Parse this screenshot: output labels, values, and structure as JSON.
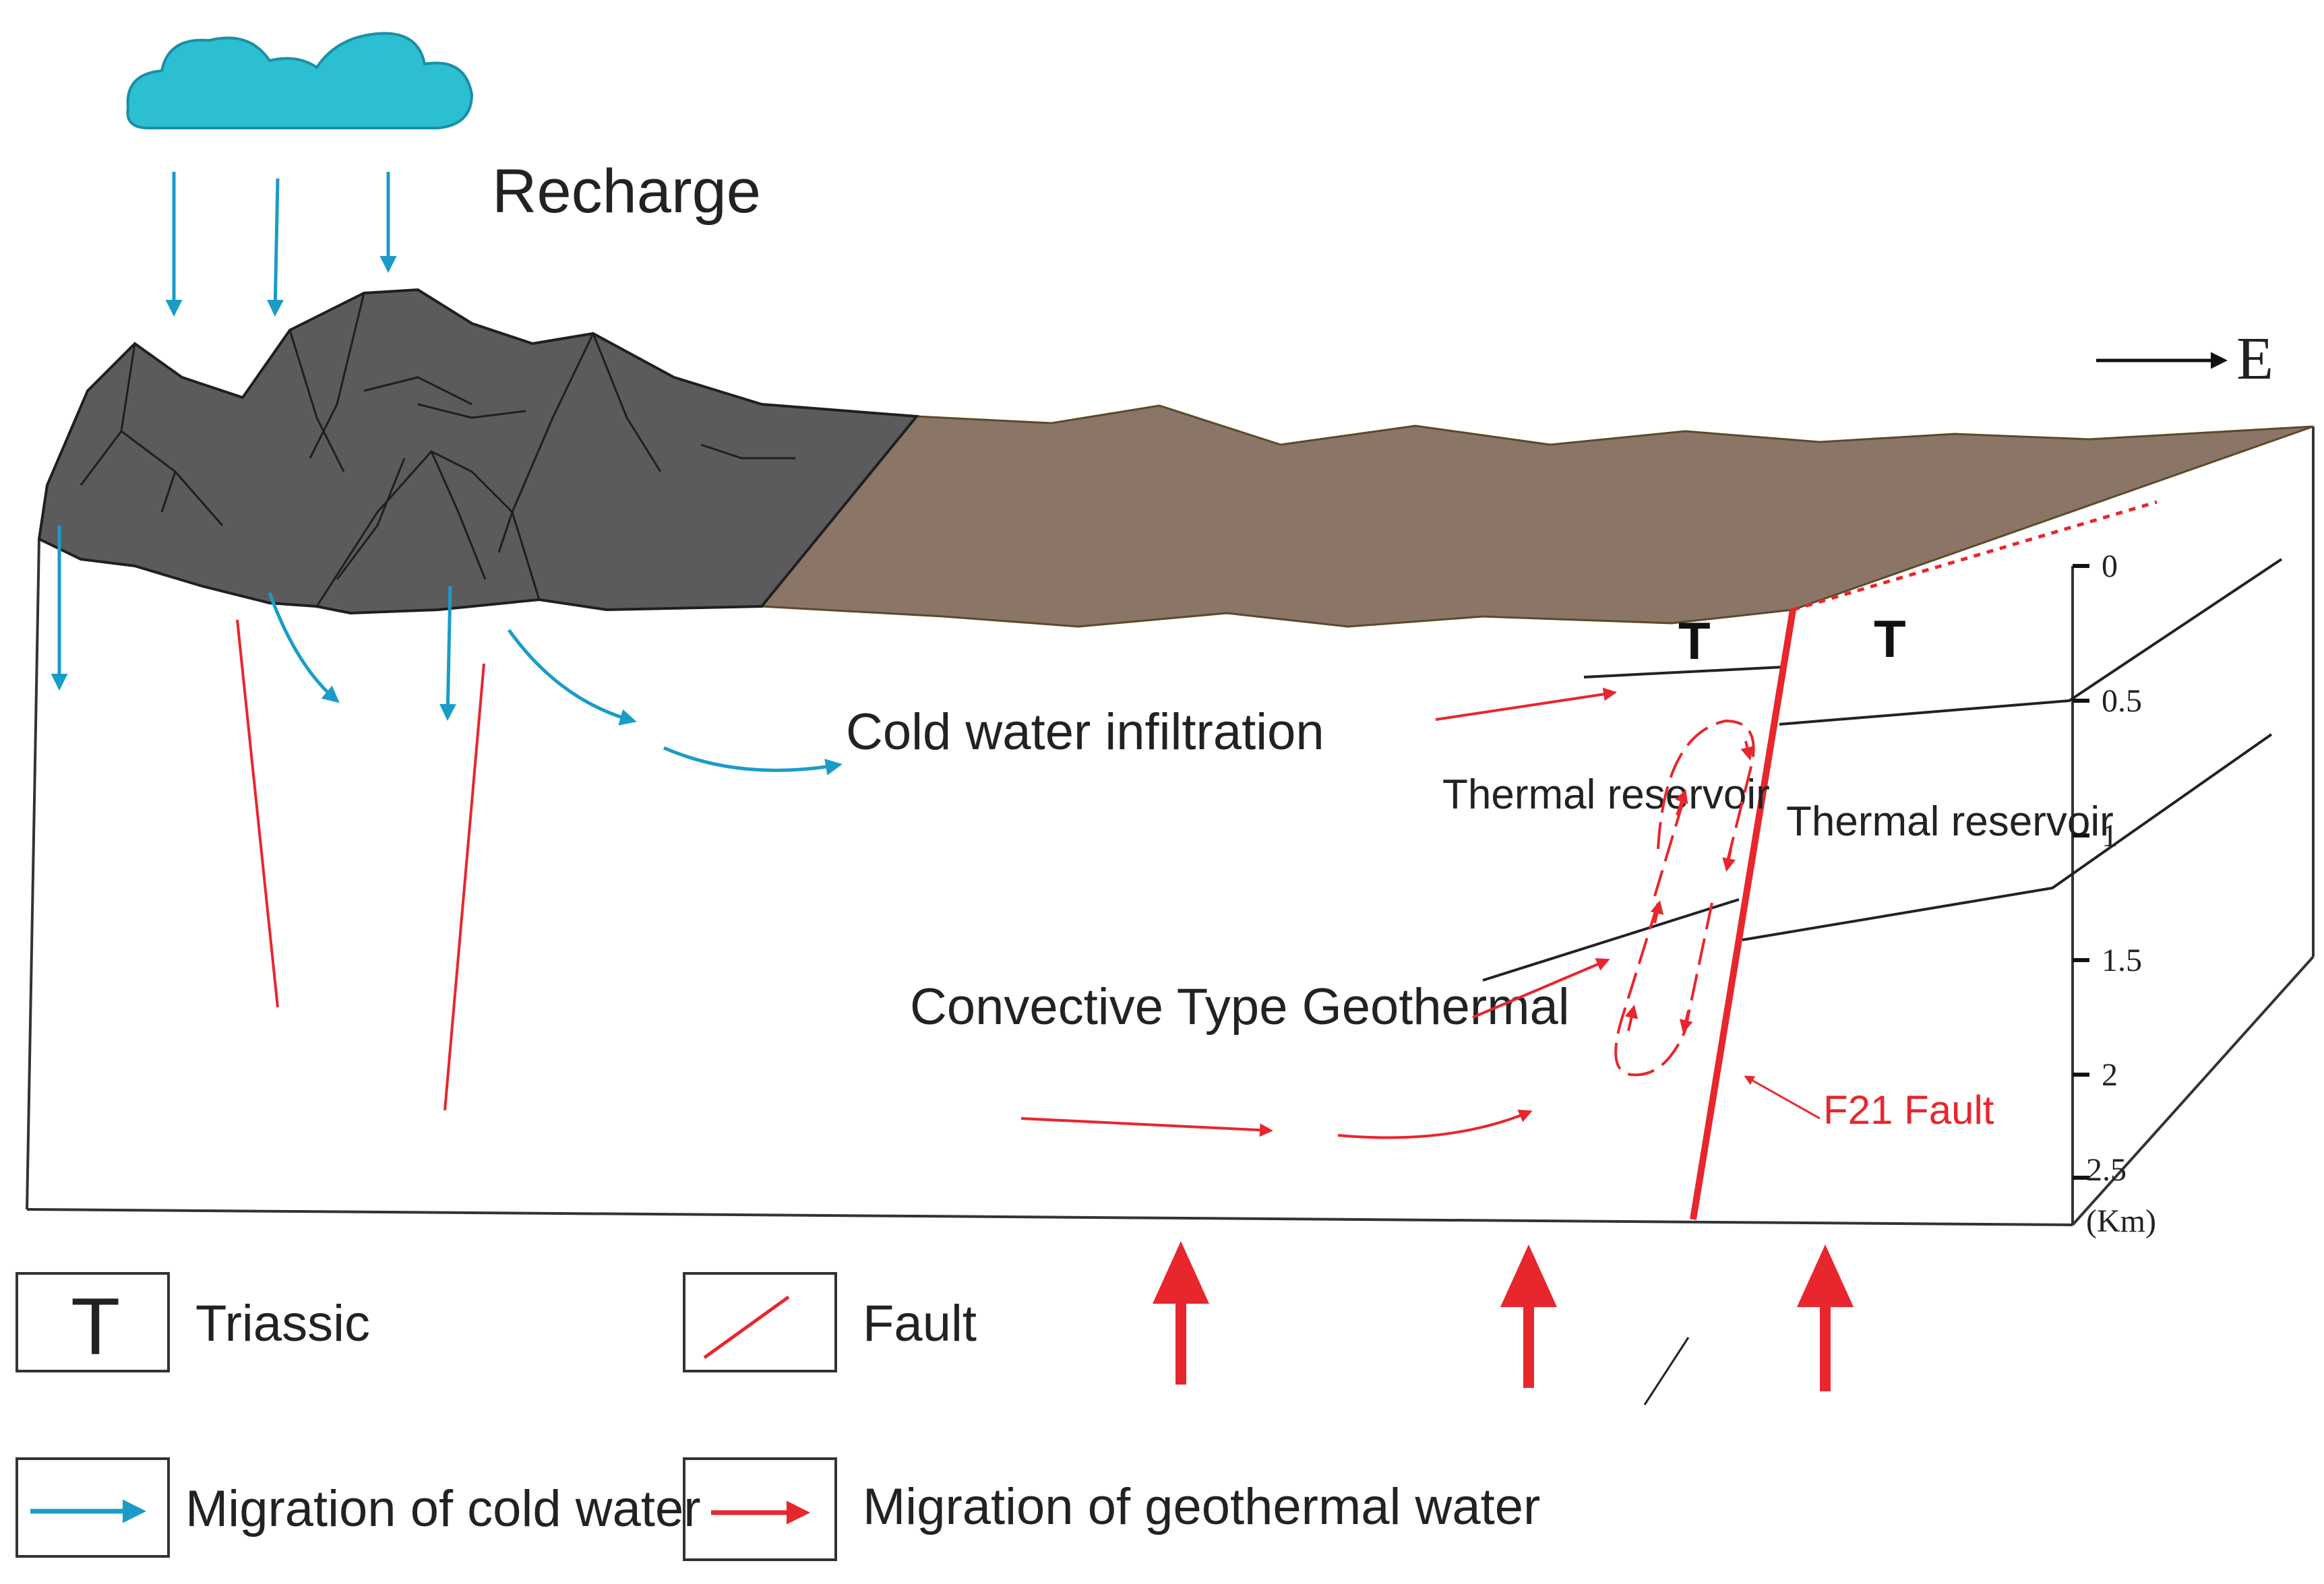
{
  "labels": {
    "recharge": "Recharge",
    "cold_infiltration": "Cold water infiltration",
    "convective": "Convective Type Geothermal",
    "reservoir_left": "Thermal reservoir",
    "reservoir_right": "Thermal reservoir",
    "fault_name": "F21 Fault",
    "triassic_left": "T",
    "triassic_right": "T",
    "direction": "E"
  },
  "depth_axis": {
    "ticks": [
      "0",
      "0.5",
      "1",
      "1.5",
      "2",
      "2.5"
    ],
    "unit": "(Km)"
  },
  "legend": [
    {
      "symbol": "T",
      "label": "Triassic"
    },
    {
      "symbol": "fault-line",
      "label": "Fault"
    },
    {
      "symbol": "blue-arrow",
      "label": "Migration of cold water"
    },
    {
      "symbol": "red-arrow",
      "label": "Migration of geothermal water"
    }
  ],
  "colors": {
    "cold_water": "#1a9cc8",
    "geothermal": "#e8262d",
    "cloud": "#2bbfd1",
    "mountain": "#5b5b5d",
    "surface": "#8a7566"
  }
}
